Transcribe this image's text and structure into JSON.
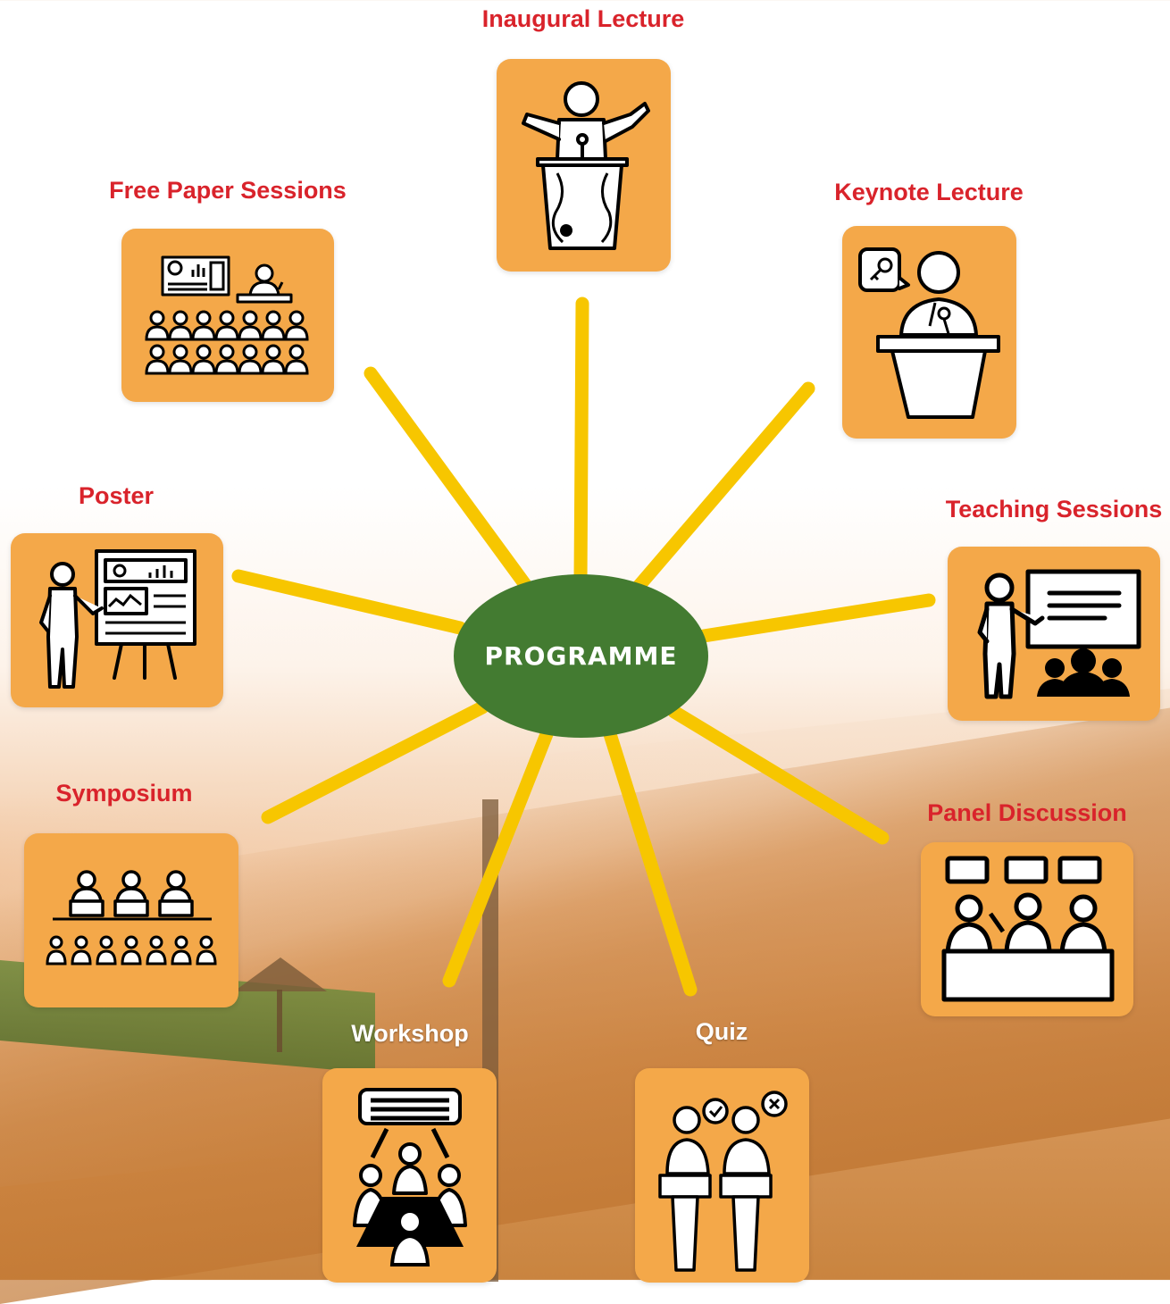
{
  "center": {
    "label": "PROGRAMME"
  },
  "items": [
    {
      "label": "Inaugural Lecture",
      "icon": "podium-speaker-icon"
    },
    {
      "label": "Keynote Lecture",
      "icon": "keynote-speaker-icon"
    },
    {
      "label": "Teaching Sessions",
      "icon": "teaching-icon"
    },
    {
      "label": "Panel Discussion",
      "icon": "panel-discussion-icon"
    },
    {
      "label": "Quiz",
      "icon": "quiz-icon"
    },
    {
      "label": "Workshop",
      "icon": "workshop-icon"
    },
    {
      "label": "Symposium",
      "icon": "symposium-icon"
    },
    {
      "label": "Poster",
      "icon": "poster-presentation-icon"
    },
    {
      "label": "Free Paper Sessions",
      "icon": "paper-presentation-icon"
    }
  ],
  "colors": {
    "accent": "#d9232b",
    "center": "#437b31",
    "card": "#f4a849",
    "ray": "#f7c600"
  }
}
